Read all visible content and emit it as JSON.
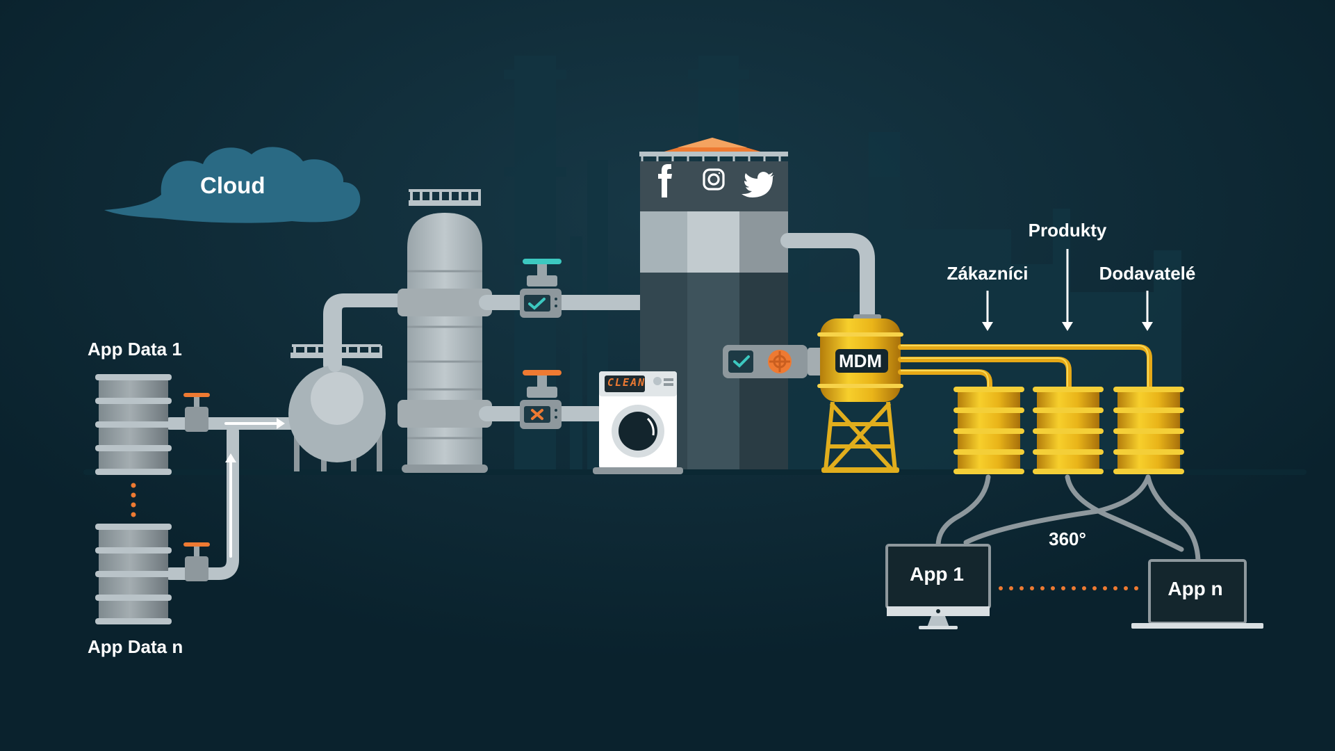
{
  "labels": {
    "cloud": "Cloud",
    "app_data_1": "App Data 1",
    "app_data_n": "App Data n",
    "mdm": "MDM",
    "washer_display": "CLEAN",
    "zakaznici": "Zákazníci",
    "produkty": "Produkty",
    "dodavatele": "Dodavatelé",
    "view_360": "360°",
    "app_1": "App 1",
    "app_n": "App n"
  },
  "social_icons": [
    "facebook-icon",
    "instagram-icon",
    "twitter-icon"
  ],
  "colors": {
    "background": "#0a222d",
    "pipe": "#b9c3c8",
    "gold": "#e6b417",
    "accent_orange": "#ee7a32",
    "accent_teal": "#3cc8c0"
  }
}
